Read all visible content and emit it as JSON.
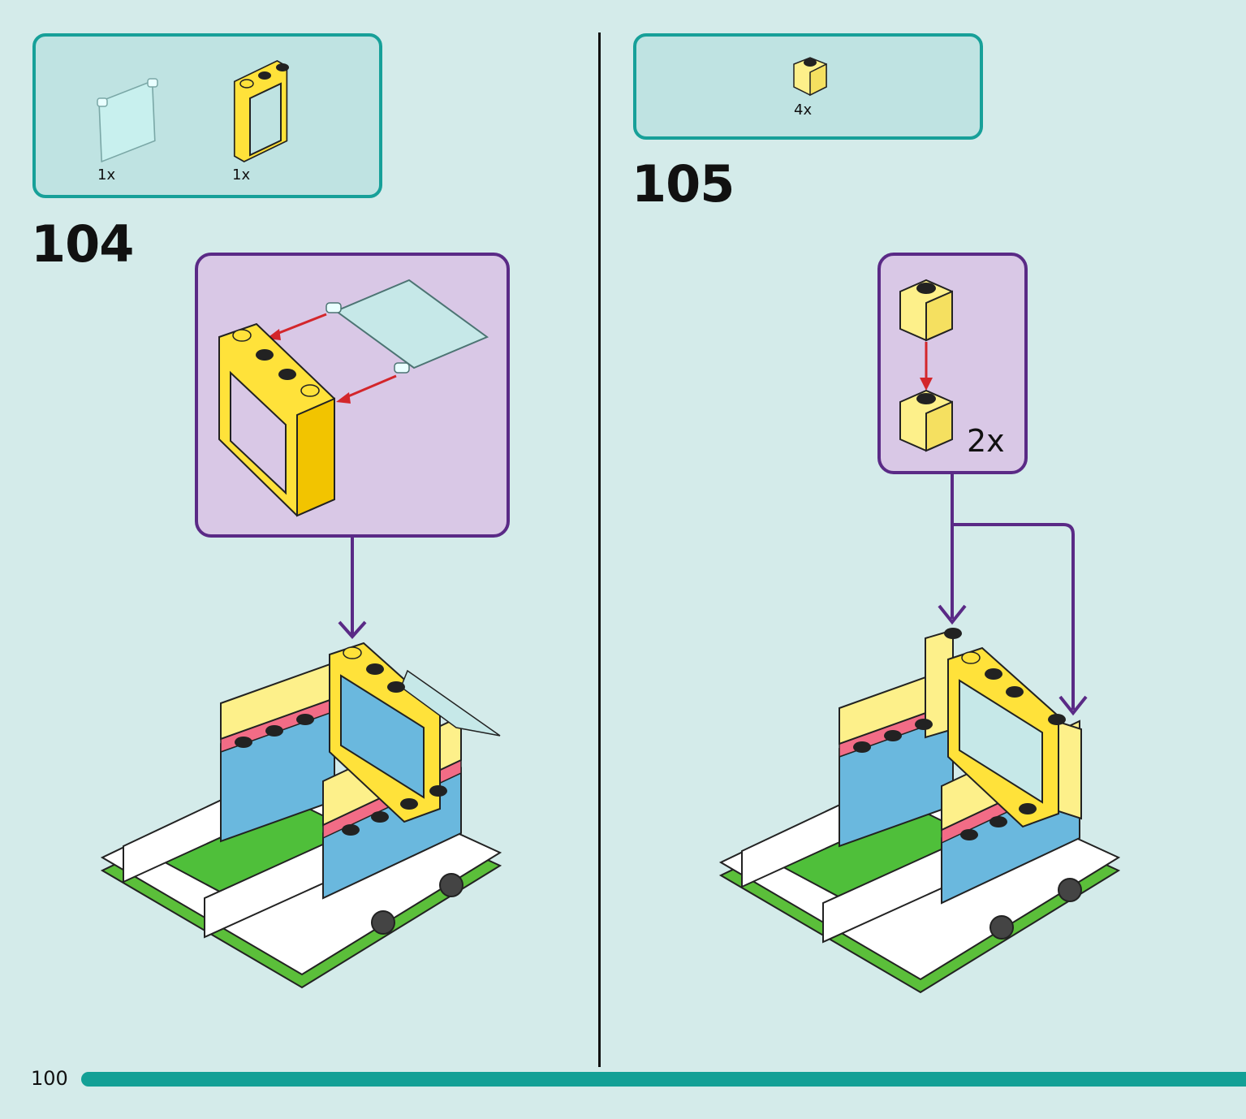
{
  "steps": [
    {
      "number": "104",
      "parts": [
        {
          "name": "glass pane",
          "quantity": "1x"
        },
        {
          "name": "yellow window frame",
          "quantity": "1x"
        }
      ]
    },
    {
      "number": "105",
      "parts": [
        {
          "name": "yellow 1x1 brick",
          "quantity": "4x"
        }
      ],
      "callout_multiplier": "2x"
    }
  ],
  "page": {
    "number": "100"
  },
  "colors": {
    "background": "#d4ebea",
    "parts_box": "#bfe3e2",
    "parts_border": "#17a099",
    "callout_bg": "#d9c8e6",
    "callout_border": "#5a2a86",
    "brick_yellow": "#ffe23a",
    "brick_light_yellow": "#fdf08a",
    "progress_bar": "#13a096"
  }
}
